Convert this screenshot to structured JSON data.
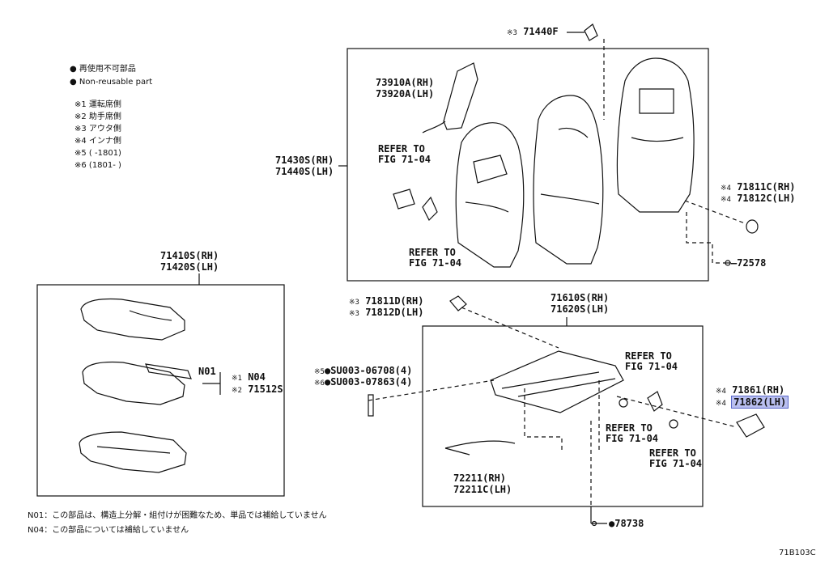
{
  "legend": {
    "non_reusable_ja": "再使用不可部品",
    "non_reusable_en": "Non-reusable part",
    "notes": [
      "※1 運転席側",
      "※2 助手席側",
      "※3 アウタ側",
      "※4 インナ側",
      "※5 (      -1801)",
      "※6 (1801-      )"
    ]
  },
  "parts": {
    "p71440F": "71440F",
    "p73910A": "73910A(RH)",
    "p73920A": "73920A(LH)",
    "p71430S": "71430S(RH)",
    "p71440S": "71440S(LH)",
    "p71811C": "71811C(RH)",
    "p71812C": "71812C(LH)",
    "p72578": "72578",
    "p71410S": "71410S(RH)",
    "p71420S": "71420S(LH)",
    "pN01": "N01",
    "pN04": "N04",
    "p71512S": "71512S",
    "p71811D": "71811D(RH)",
    "p71812D": "71812D(LH)",
    "p71610S": "71610S(RH)",
    "p71620S": "71620S(LH)",
    "pSU1": "SU003-06708(4)",
    "pSU2": "SU003-07863(4)",
    "p71861": "71861(RH)",
    "p71862": "71862(LH)",
    "p72211": "72211(RH)",
    "p72211C": "72211C(LH)",
    "p78738": "78738"
  },
  "marks": {
    "m1": "※1",
    "m2": "※2",
    "m3": "※3",
    "m4": "※4",
    "m5": "※5",
    "m6": "※6"
  },
  "refer": {
    "refer_to": "REFER TO",
    "fig": "FIG 71-04"
  },
  "footnotes": {
    "n01": "N01：この部品は、構造上分解・組付けが困難なため、単品では補給していません",
    "n04": "N04：この部品については補給していません"
  },
  "figure_code": "71B103C"
}
